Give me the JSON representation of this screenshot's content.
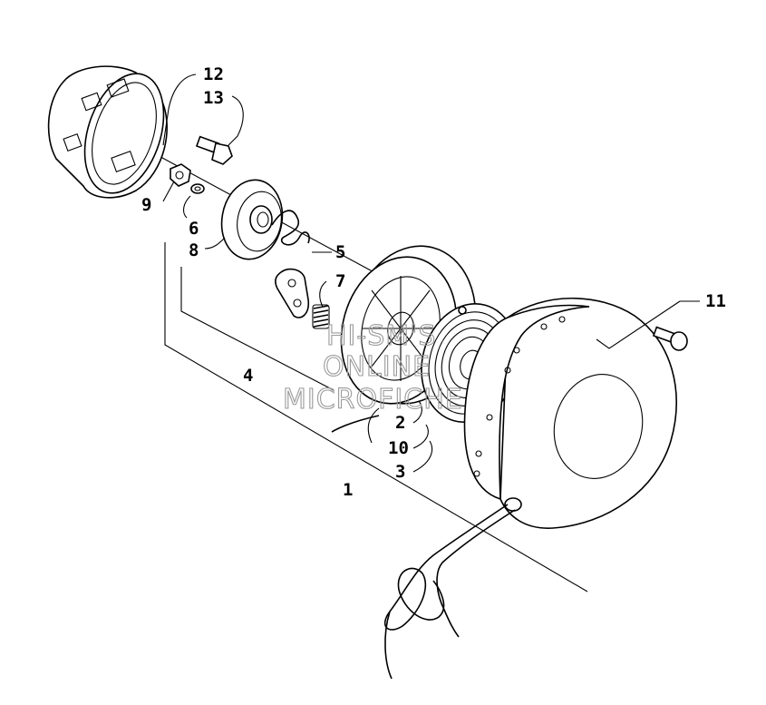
{
  "callouts": {
    "c1": "1",
    "c2": "2",
    "c3": "3",
    "c4": "4",
    "c5": "5",
    "c6": "6",
    "c7": "7",
    "c8": "8",
    "c9": "9",
    "c10": "10",
    "c11": "11",
    "c12": "12",
    "c13": "13"
  },
  "watermark": {
    "line1": "HI-SM'S",
    "line2": "ONLINE",
    "line3": "MICROFICHE"
  }
}
